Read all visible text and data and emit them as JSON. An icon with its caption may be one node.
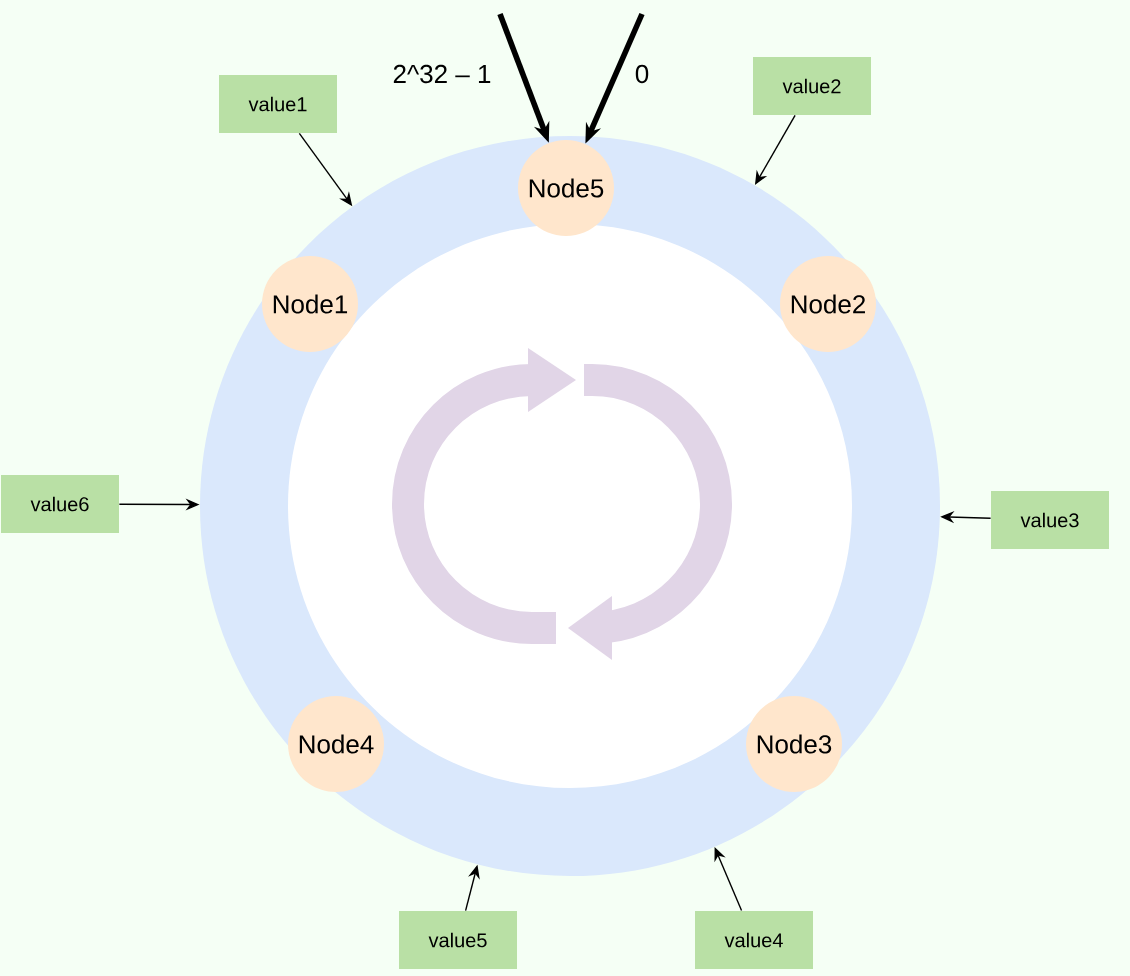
{
  "diagram": {
    "nodes": [
      {
        "text": [],
        "shape": "circle"
      },
      {
        "text": [
          "Node5"
        ],
        "in": 0
      },
      {
        "text": [
          "Node1"
        ],
        "in": 0
      },
      {
        "text": [
          "Node2"
        ],
        "in": 0
      },
      {
        "text": [
          "Node4"
        ],
        "in": 0
      },
      {
        "text": [
          "Node3"
        ],
        "in": 0
      },
      {
        "text": [
          "value1"
        ]
      },
      {
        "text": [
          "value2"
        ]
      },
      {
        "text": [
          "value6"
        ]
      },
      {
        "text": [
          "value3"
        ]
      },
      {
        "text": [
          "value5"
        ]
      },
      {
        "text": [
          "value4"
        ]
      }
    ],
    "edges": [
      {
        "from": null,
        "to": 1,
        "arrow": "to",
        "style": "thick"
      },
      {
        "from": null,
        "to": 1,
        "arrow": "to",
        "style": "thick"
      },
      {
        "from": 6,
        "to": 0,
        "arrow": "to"
      },
      {
        "from": 7,
        "to": 0,
        "arrow": "to"
      },
      {
        "from": 8,
        "to": 0,
        "arrow": "to"
      },
      {
        "from": 9,
        "to": 0,
        "arrow": "to"
      },
      {
        "from": 10,
        "to": 0,
        "arrow": "to"
      },
      {
        "from": 11,
        "to": 0,
        "arrow": "to"
      }
    ],
    "labels": [
      "2^32 – 1",
      "0"
    ]
  }
}
